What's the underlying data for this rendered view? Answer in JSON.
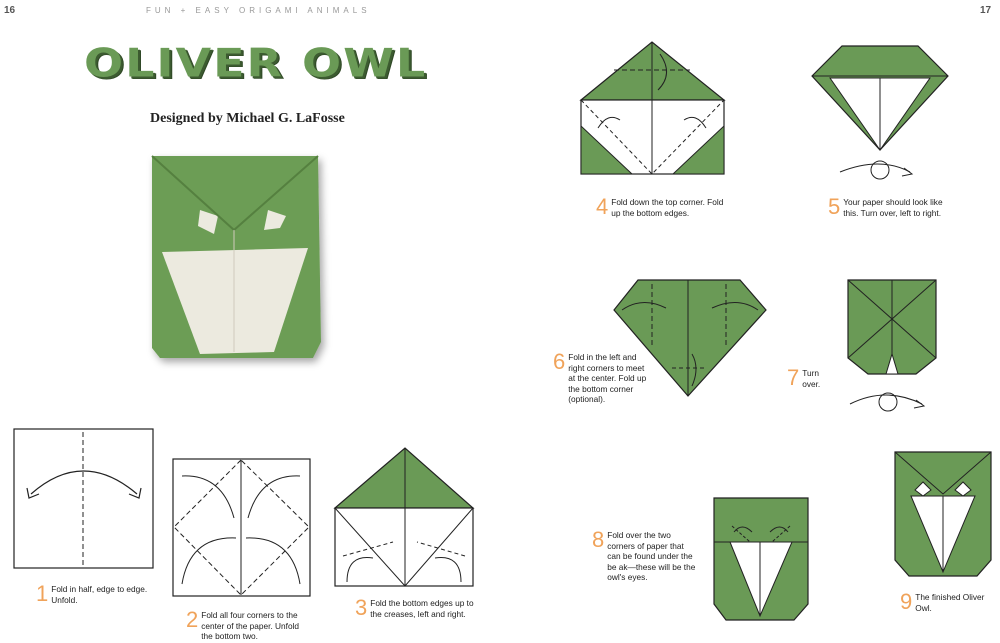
{
  "page_left_number": "16",
  "page_right_number": "17",
  "running_header": "Fun + Easy Origami Animals",
  "title": "Oliver Owl",
  "designer": "Designed by Michael G. LaFosse",
  "colors": {
    "paper_green": "#6a9a56",
    "step_number": "#f0a35a",
    "outline": "#1a1a1a"
  },
  "steps": [
    {
      "n": "1",
      "text": "Fold in half, edge to edge. Unfold."
    },
    {
      "n": "2",
      "text": "Fold all four corners to the center of the paper. Unfold the bottom two."
    },
    {
      "n": "3",
      "text": "Fold the bottom edges up to the creases, left and right."
    },
    {
      "n": "4",
      "text": "Fold down the top corner. Fold up the bottom edges."
    },
    {
      "n": "5",
      "text": "Your paper should look like this. Turn over, left to right."
    },
    {
      "n": "6",
      "text": "Fold in the left and right corners to meet at the center. Fold up the bottom corner (optional)."
    },
    {
      "n": "7",
      "text": "Turn over."
    },
    {
      "n": "8",
      "text": "Fold over the two corners of paper that can be found under the be ak—these will be the owl's eyes."
    },
    {
      "n": "9",
      "text": "The finished Oliver Owl."
    }
  ]
}
